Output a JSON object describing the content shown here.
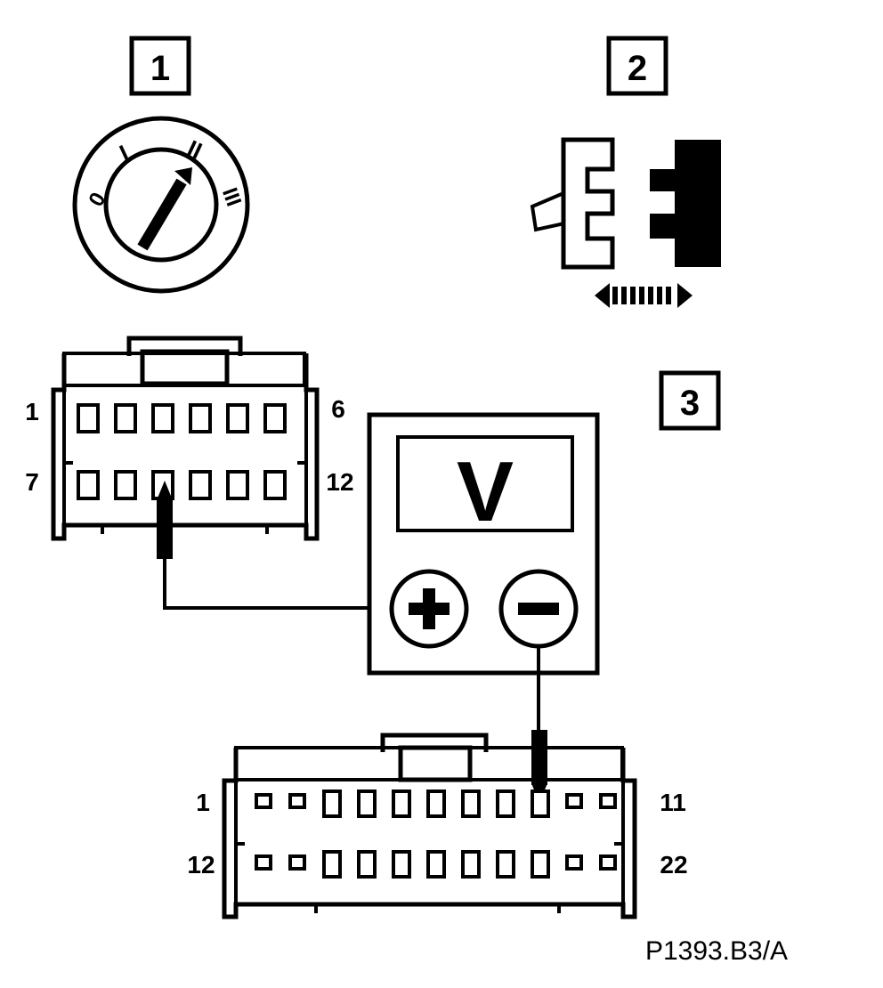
{
  "steps": {
    "step1": "1",
    "step2": "2",
    "step3": "3"
  },
  "ignition_switch": {
    "positions": [
      "0",
      "I",
      "II",
      "III"
    ],
    "selected": "II"
  },
  "voltmeter": {
    "unit": "V",
    "positive": "+",
    "negative": "−"
  },
  "connector_12": {
    "pin_first_top": "1",
    "pin_last_top": "6",
    "pin_first_bottom": "7",
    "pin_last_bottom": "12",
    "probe_pin": 9
  },
  "connector_22": {
    "pin_first_top": "1",
    "pin_last_top": "11",
    "pin_first_bottom": "12",
    "pin_last_bottom": "22",
    "probe_pin": 9
  },
  "figure_ref": "P1393.B3/A",
  "colors": {
    "ink": "#000000",
    "paper": "#ffffff"
  }
}
